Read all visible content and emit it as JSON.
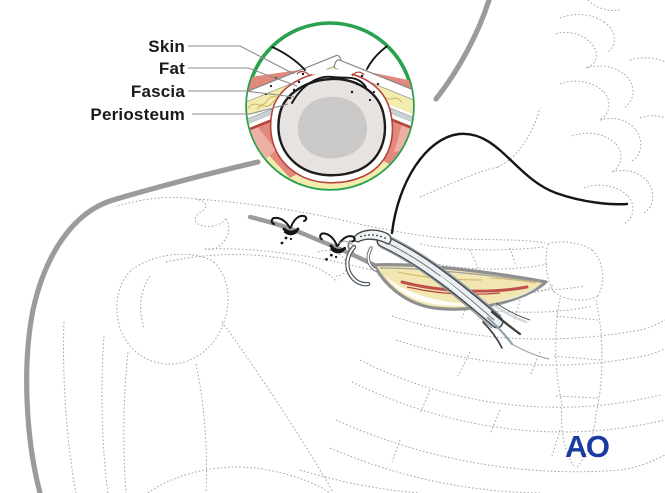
{
  "inset": {
    "labels": [
      {
        "text": "Skin"
      },
      {
        "text": "Fat"
      },
      {
        "text": "Fascia"
      },
      {
        "text": "Periosteum"
      }
    ]
  },
  "logo": {
    "text": "AO"
  },
  "colors": {
    "inset-green": "#2aa14e",
    "fat-yellow": "#f4ebae",
    "fat-squiggle": "#cdb469",
    "muscle-pink": "#e2897e",
    "muscle-light": "#eeb0a4",
    "periosteum-red": "#b5443c",
    "wound-red": "#c0504d",
    "wound-fat": "#f2e7b2",
    "bone-outer": "#e7e3e0",
    "bone-inner": "#cbc8c8",
    "fascia-gray": "#c9d2d6",
    "skin-outline": "#858585",
    "thread-black": "#151515",
    "contour-gray": "#9b9b9b",
    "skeleton-gray": "#a3a3ab",
    "instrument-light": "#e9eff2",
    "instrument-dark": "#474747",
    "leader-gray": "#8c8c8c",
    "label-black": "#1a1a1a",
    "logo-blue": "#1c3ba0"
  }
}
